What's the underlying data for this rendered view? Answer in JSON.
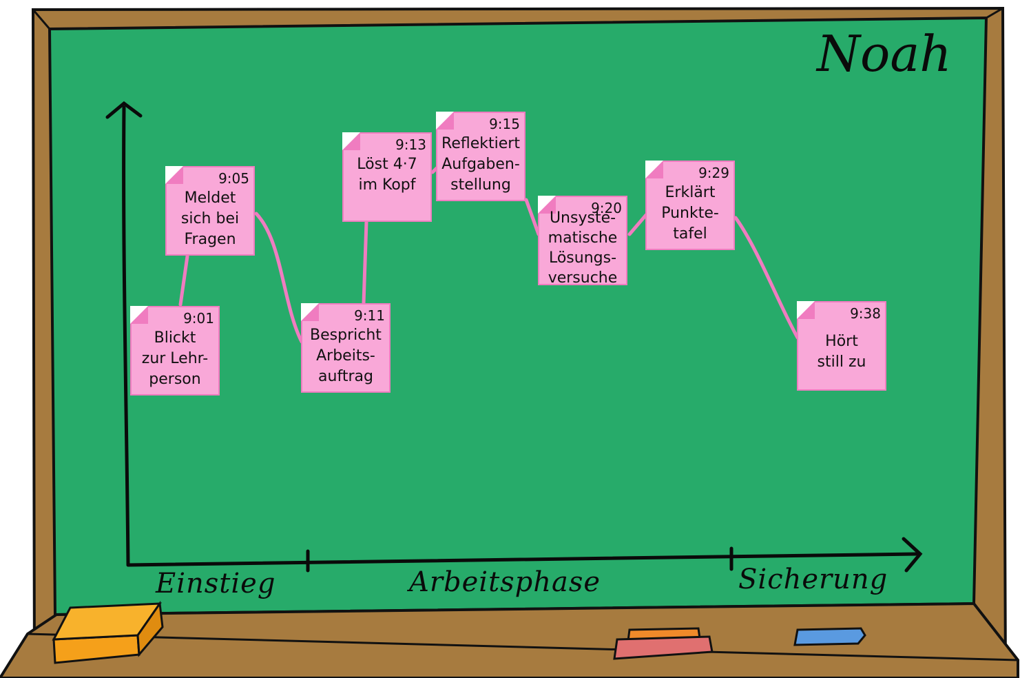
{
  "board": {
    "name": "Noah",
    "colors": {
      "board": "#27ab6a",
      "frame": "#a77b3f",
      "note": "#f9a8d8",
      "note_border": "#f07cc0",
      "connector": "#f07cc0"
    }
  },
  "phases": [
    {
      "label": "Einstieg"
    },
    {
      "label": "Arbeitsphase"
    },
    {
      "label": "Sicherung"
    }
  ],
  "notes": [
    {
      "time": "9:01",
      "text": "Blickt\nzur Lehr-\nperson"
    },
    {
      "time": "9:05",
      "text": "Meldet\nsich bei\nFragen"
    },
    {
      "time": "9:11",
      "text": "Bespricht\nArbeits-\nauftrag"
    },
    {
      "time": "9:13",
      "text": "Löst 4·7\nim Kopf"
    },
    {
      "time": "9:15",
      "text": "Reflektiert\nAufgaben-\nstellung"
    },
    {
      "time": "9:20",
      "text": "Unsyste-\nmatische\nLösungs-\nversuche"
    },
    {
      "time": "9:29",
      "text": "Erklärt\nPunkte-\ntafel"
    },
    {
      "time": "9:38",
      "text": "Hört\nstill zu"
    }
  ],
  "tray_items": [
    {
      "name": "sponge",
      "color": "#f5a01a"
    },
    {
      "name": "chalk-orange",
      "color": "#f08a2a"
    },
    {
      "name": "chalk-red",
      "color": "#e07070"
    },
    {
      "name": "chalk-blue",
      "color": "#5a9ae0"
    }
  ]
}
